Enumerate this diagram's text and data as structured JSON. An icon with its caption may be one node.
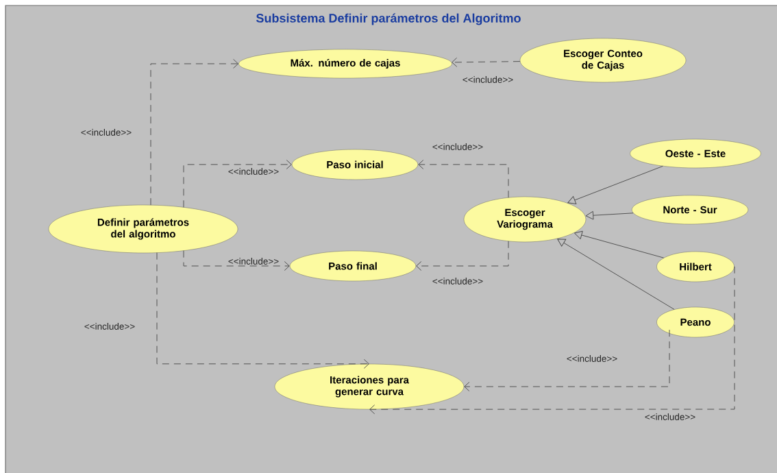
{
  "diagram": {
    "title": "Subsistema Definir parámetros del Algoritmo",
    "nodes": [
      {
        "text": [
          "Máx. número de cajas"
        ]
      },
      {
        "text": [
          "Escoger Conteo de Cajas"
        ]
      },
      {
        "text": [
          "Paso inicial"
        ]
      },
      {
        "text": [
          "Escoger Variograma"
        ]
      },
      {
        "text": [
          "Oeste - Este"
        ]
      },
      {
        "text": [
          "Norte - Sur"
        ]
      },
      {
        "text": [
          "Definir parámetros del algoritmo"
        ]
      },
      {
        "text": [
          "Paso final"
        ]
      },
      {
        "text": [
          "Hilbert"
        ]
      },
      {
        "text": [
          "Peano"
        ]
      },
      {
        "text": [
          "Iteraciones para generar curva"
        ]
      }
    ],
    "edges": [
      {
        "from": 6,
        "to": 0,
        "arrow": "to",
        "label": "<<include>>",
        "style": "dashed"
      },
      {
        "from": 1,
        "to": 0,
        "arrow": "to",
        "label": "<<include>>",
        "style": "dashed"
      },
      {
        "from": 6,
        "to": 2,
        "arrow": "to",
        "label": "<<include>>",
        "style": "dashed"
      },
      {
        "from": 3,
        "to": 2,
        "arrow": "to",
        "label": "<<include>>",
        "style": "dashed"
      },
      {
        "from": 6,
        "to": 7,
        "arrow": "to",
        "label": "<<include>>",
        "style": "dashed"
      },
      {
        "from": 3,
        "to": 7,
        "arrow": "to",
        "label": "<<include>>",
        "style": "dashed"
      },
      {
        "from": 6,
        "to": 10,
        "arrow": "to",
        "label": "<<include>>",
        "style": "dashed"
      },
      {
        "from": 9,
        "to": 10,
        "arrow": "to",
        "label": "<<include>>",
        "style": "dashed"
      },
      {
        "from": 8,
        "to": 10,
        "arrow": "to",
        "label": "<<include>>",
        "style": "dashed"
      },
      {
        "from": 4,
        "to": 3,
        "arrow": "to"
      },
      {
        "from": 5,
        "to": 3,
        "arrow": "to"
      },
      {
        "from": 8,
        "to": 3,
        "arrow": "to"
      },
      {
        "from": 9,
        "to": 3,
        "arrow": "to"
      }
    ]
  }
}
